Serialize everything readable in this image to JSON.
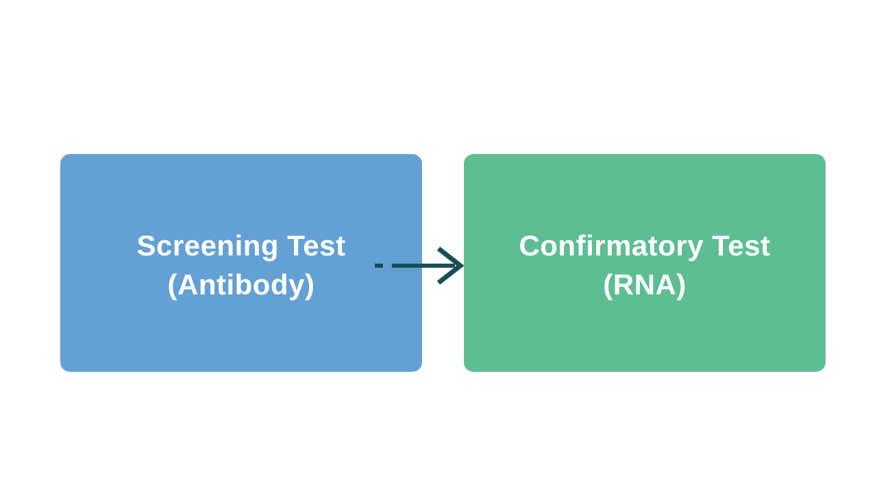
{
  "page": {
    "background_color": "#ffffff"
  },
  "diagram": {
    "nodes": [
      {
        "id": "screening-test",
        "line1": "Screening Test",
        "line2": "(Antibody)",
        "fill_color": "#63A0D4",
        "text_color": "#ffffff"
      },
      {
        "id": "confirmatory-test",
        "line1": "Confirmatory Test",
        "line2": "(RNA)",
        "fill_color": "#5DBD93",
        "text_color": "#ffffff"
      }
    ],
    "connector": {
      "type": "right-arrow",
      "from": "screening-test",
      "to": "confirmatory-test",
      "color": "#1A4E55"
    }
  }
}
